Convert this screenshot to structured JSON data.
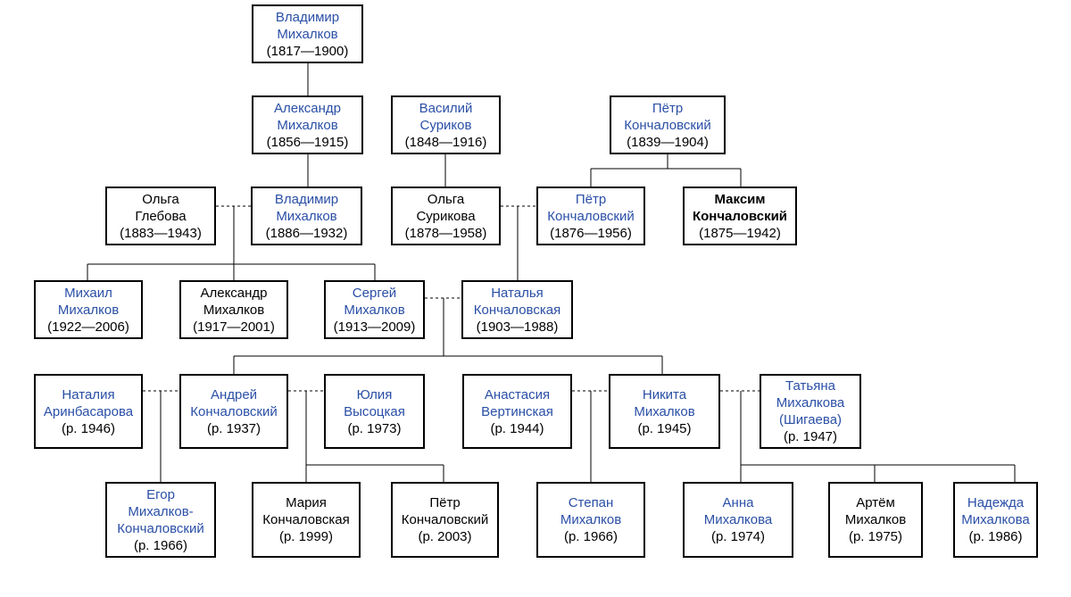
{
  "people": [
    {
      "id": "vladimir1",
      "name": "Владимир\nМихалков",
      "years": "(1817—1900)",
      "link": true
    },
    {
      "id": "aleksandr1",
      "name": "Александр\nМихалков",
      "years": "(1856—1915)",
      "link": true
    },
    {
      "id": "vasily_surikov",
      "name": "Василий\nСуриков",
      "years": "(1848—1916)",
      "link": true
    },
    {
      "id": "petr1",
      "name": "Пётр\nКончаловский",
      "years": "(1839—1904)",
      "link": true
    },
    {
      "id": "olga_glebova",
      "name": "Ольга\nГлебова",
      "years": "(1883—1943)",
      "link": false
    },
    {
      "id": "vladimir2",
      "name": "Владимир\nМихалков",
      "years": "(1886—1932)",
      "link": true
    },
    {
      "id": "olga_surikova",
      "name": "Ольга\nСурикова",
      "years": "(1878—1958)",
      "link": false
    },
    {
      "id": "petr2",
      "name": "Пётр\nКончаловский",
      "years": "(1876—1956)",
      "link": true
    },
    {
      "id": "maksim",
      "name": "Максим\nКончаловский",
      "years": "(1875—1942)",
      "link": false,
      "bold": true
    },
    {
      "id": "mikhail",
      "name": "Михаил\nМихалков",
      "years": "(1922—2006)",
      "link": true
    },
    {
      "id": "aleksandr2",
      "name": "Александр\nМихалков",
      "years": "(1917—2001)",
      "link": false
    },
    {
      "id": "sergey",
      "name": "Сергей\nМихалков",
      "years": "(1913—2009)",
      "link": true
    },
    {
      "id": "natalya",
      "name": "Наталья\nКончаловская",
      "years": "(1903—1988)",
      "link": true
    },
    {
      "id": "natalia_a",
      "name": "Наталия\nАринбасарова",
      "years": "(р. 1946)",
      "link": true
    },
    {
      "id": "andrey",
      "name": "Андрей\nКончаловский",
      "years": "(р. 1937)",
      "link": true
    },
    {
      "id": "yulia",
      "name": "Юлия\nВысоцкая",
      "years": "(р. 1973)",
      "link": true
    },
    {
      "id": "anastasia",
      "name": "Анастасия\nВертинская",
      "years": "(р. 1944)",
      "link": true
    },
    {
      "id": "nikita",
      "name": "Никита\nМихалков",
      "years": "(р. 1945)",
      "link": true
    },
    {
      "id": "tatyana",
      "name": "Татьяна\nМихалкова\n(Шигаева)",
      "years": "(р. 1947)",
      "link": true
    },
    {
      "id": "egor",
      "name": "Егор\nМихалков-\nКончаловский",
      "years": "(р. 1966)",
      "link": true
    },
    {
      "id": "maria",
      "name": "Мария\nКончаловская",
      "years": "(р. 1999)",
      "link": false
    },
    {
      "id": "petr3",
      "name": "Пётр\nКончаловский",
      "years": "(р. 2003)",
      "link": false
    },
    {
      "id": "stepan",
      "name": "Степан\nМихалков",
      "years": "(р. 1966)",
      "link": true
    },
    {
      "id": "anna",
      "name": "Анна\nМихалкова",
      "years": "(р. 1974)",
      "link": true
    },
    {
      "id": "artem",
      "name": "Артём\nМихалков",
      "years": "(р. 1975)",
      "link": false
    },
    {
      "id": "nadezhda",
      "name": "Надежда\nМихалкова",
      "years": "(р. 1986)",
      "link": true
    }
  ],
  "colors": {
    "link": "#2a4fa6",
    "text": "#000000",
    "border": "#000000"
  }
}
